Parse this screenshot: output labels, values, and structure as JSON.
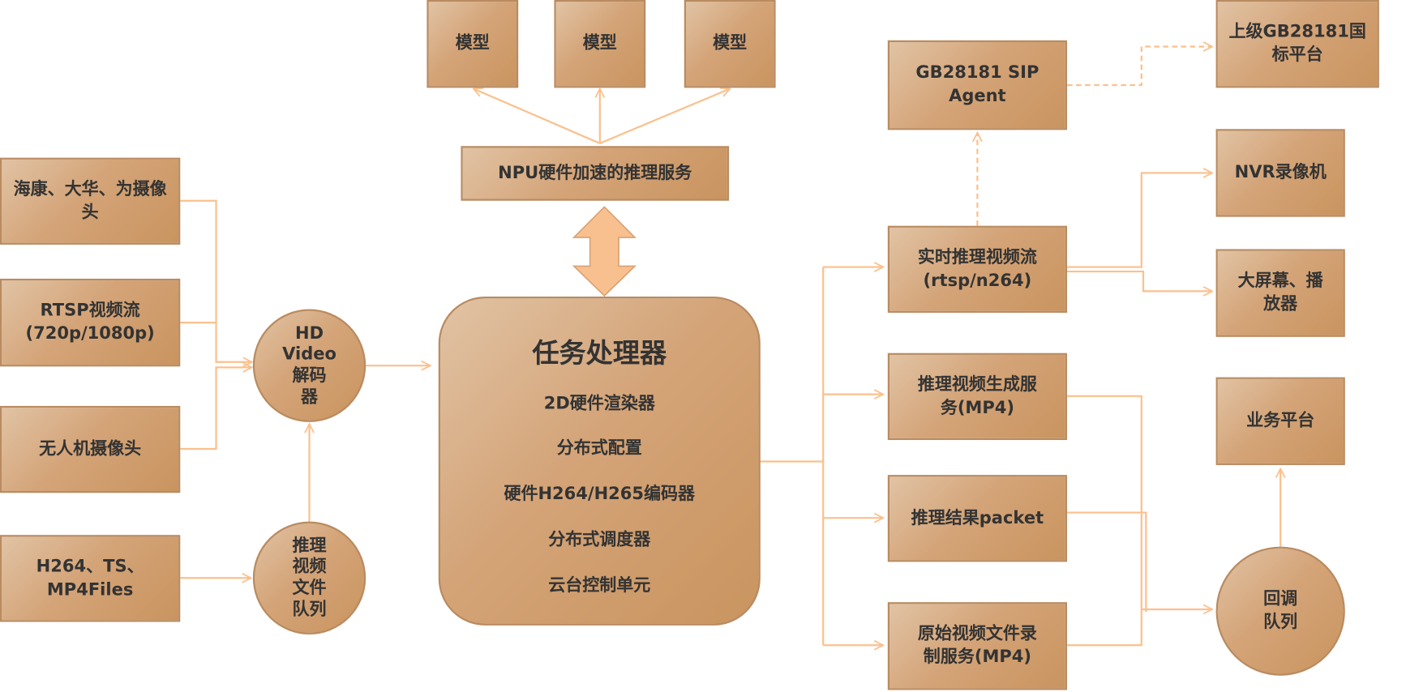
{
  "models": [
    "模型",
    "模型",
    "模型"
  ],
  "npu_service": "NPU硬件加速的推理服务",
  "task_processor": {
    "title": "任务处理器",
    "items": [
      "2D硬件渲染器",
      "分布式配置",
      "硬件H264/H265编码器",
      "分布式调度器",
      "云台控制单元"
    ]
  },
  "inputs": [
    "海康、大华、为摄像头",
    "RTSP视频流\n(720p/1080p)",
    "无人机摄像头",
    "H264、TS、\nMP4Files"
  ],
  "decoder": "HD\nVideo\n解码\n器",
  "file_queue": "推理\n视频\n文件\n队列",
  "outputs": [
    "实时推理视频流\n(rtsp/n264)",
    "推理视频生成服\n务(MP4)",
    "推理结果packet",
    "原始视频文件录\n制服务(MP4)"
  ],
  "gb_agent": "GB28181 SIP\nAgent",
  "upper_platform": "上级GB28181国\n标平台",
  "nvr": "NVR录像机",
  "big_screen": "大屏幕、播\n放器",
  "business_platform": "业务平台",
  "callback_queue": "回调\n队列",
  "colors": {
    "line": "#fbc08c",
    "border": "#b98b60",
    "text": "#333333"
  }
}
